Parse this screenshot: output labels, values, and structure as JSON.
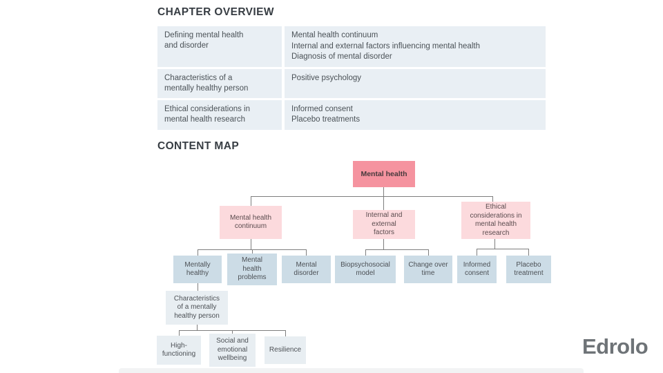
{
  "page": {
    "chapter_overview_title": "CHAPTER OVERVIEW",
    "content_map_title": "CONTENT MAP",
    "brand": "Edrolo"
  },
  "chapter_overview": {
    "rows": [
      {
        "topic": "Defining mental health and disorder",
        "items": [
          "Mental health continuum",
          "Internal and external factors influencing mental health",
          "Diagnosis of mental disorder"
        ]
      },
      {
        "topic": "Characteristics of a mentally healthy person",
        "items": [
          "Positive psychology"
        ]
      },
      {
        "topic": "Ethical considerations in mental health research",
        "items": [
          "Informed consent",
          "Placebo treatments"
        ]
      }
    ]
  },
  "content_map": {
    "nodes": {
      "root": "Mental health",
      "continuum": "Mental health continuum",
      "internal": "Internal and external factors",
      "ethics": "Ethical considerations in mental health research",
      "mentally_healthy": "Mentally healthy",
      "problems": "Mental health problems",
      "disorder": "Mental disorder",
      "biopsychosocial": "Biopsychosocial model",
      "change": "Change over time",
      "informed": "Informed consent",
      "placebo": "Placebo treatment",
      "characteristics": "Characteristics of a mentally healthy person",
      "high_functioning": "High-functioning",
      "social": "Social and emotional wellbeing",
      "resilience": "Resilience"
    }
  },
  "colors": {
    "root_pink": "#f5939f",
    "light_pink": "#fcdadd",
    "blue_gray": "#ccdce6",
    "light_blue_gray": "#e8eef2",
    "table_bg": "#e9eff4",
    "connector": "#7d7d7d",
    "brand_gray": "#6e7377"
  }
}
